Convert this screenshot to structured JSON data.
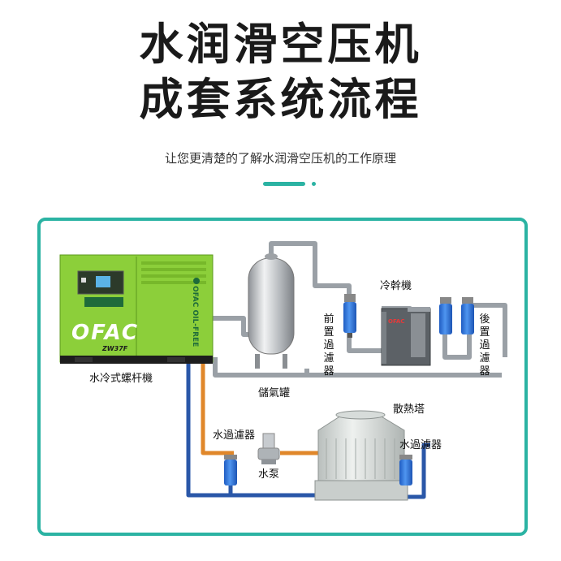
{
  "header": {
    "title_line1": "水润滑空压机",
    "title_line2": "成套系统流程",
    "subtitle": "让您更清楚的了解水润滑空压机的工作原理"
  },
  "diagram": {
    "compressor": {
      "label": "水冷式螺杆機",
      "brand": "OFAC",
      "side_brand": "OFAC OIL-FREE",
      "model": "ZW37F"
    },
    "tank_label": "儲氣罐",
    "pre_filter_label": "前置過濾器",
    "dryer_label": "冷幹機",
    "dryer_brand": "OFAC",
    "post_filter_label": "後置過濾器",
    "cooling_tower_label": "散熱塔",
    "water_filter_left_label": "水過濾器",
    "water_pump_label": "水泵",
    "water_filter_right_label": "水過濾器"
  },
  "colors": {
    "accent": "#2bb3a3",
    "compressor_green": "#8ccf3a",
    "pipe_blue": "#2a57a8",
    "pipe_orange": "#e0872a",
    "pipe_gray": "#9aa0a6",
    "filter_blue": "#2b6fd6"
  }
}
